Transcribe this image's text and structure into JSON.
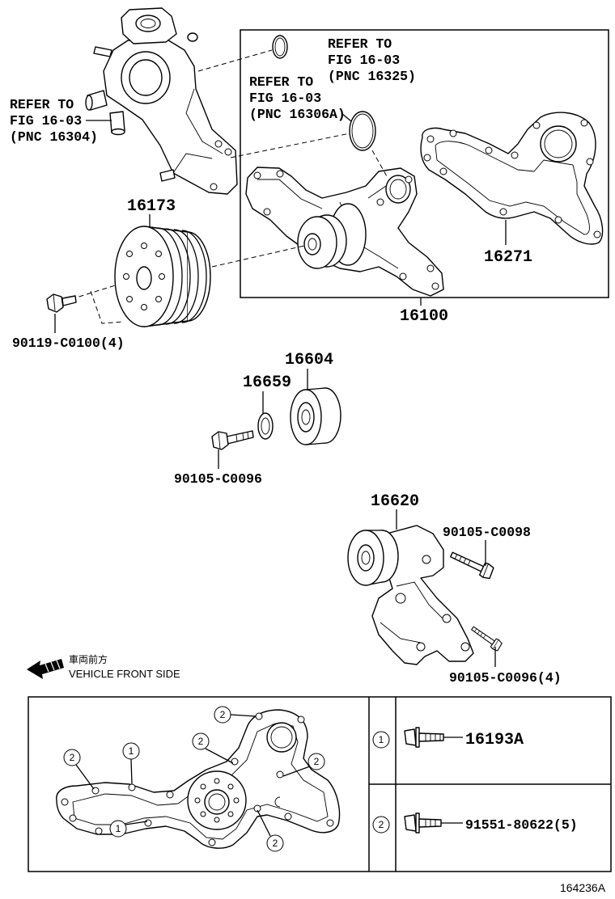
{
  "references": {
    "pnc_16304": {
      "line1": "REFER TO",
      "line2": "FIG 16-03",
      "line3": "(PNC 16304)"
    },
    "pnc_16325": {
      "line1": "REFER TO",
      "line2": "FIG 16-03",
      "line3": "(PNC 16325)"
    },
    "pnc_16306a": {
      "line1": "REFER TO",
      "line2": "FIG 16-03",
      "line3": "(PNC 16306A)"
    }
  },
  "parts": {
    "pulley": "16173",
    "gasket": "16271",
    "water_pump": "16100",
    "pulley_bolt": "90119-C0100(4)",
    "idler_pulley": "16604",
    "idler_washer": "16659",
    "idler_bolt": "90105-C0096",
    "tensioner": "16620",
    "tensioner_bolt_upper": "90105-C0098",
    "tensioner_bolt_lower": "90105-C0096(4)"
  },
  "direction": {
    "japanese": "車両前方",
    "english": "VEHICLE FRONT SIDE"
  },
  "bolt_key": {
    "row1": {
      "callout": "1",
      "part": "16193A"
    },
    "row2": {
      "callout": "2",
      "part": "91551-80622(5)"
    },
    "callouts": [
      "2",
      "2",
      "2",
      "2",
      "2",
      "1",
      "1"
    ]
  },
  "figure_id": "164236A"
}
